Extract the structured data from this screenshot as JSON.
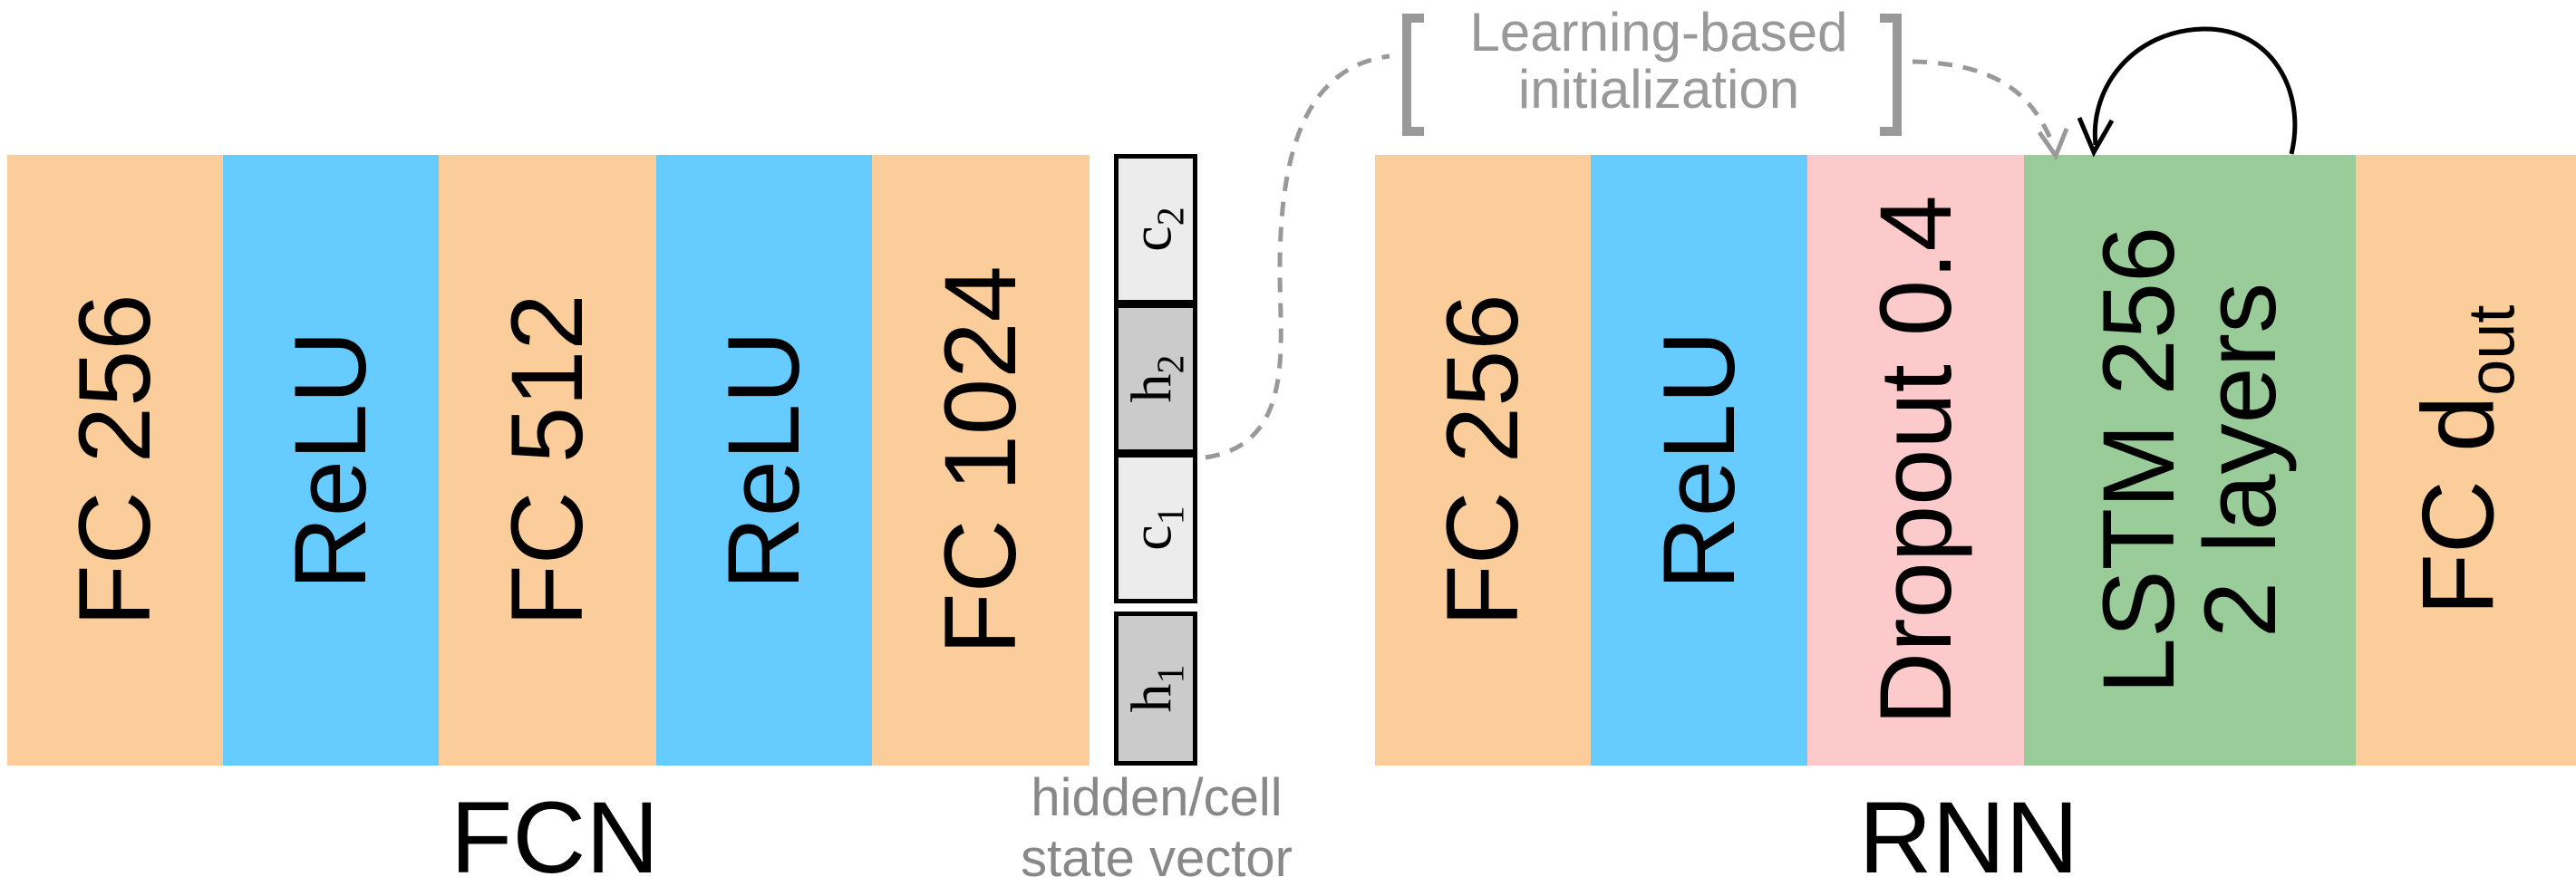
{
  "fcn": {
    "layers": [
      "FC  256",
      "ReLU",
      "FC  512",
      "ReLU",
      "FC  1024"
    ],
    "label": "FCN"
  },
  "state_vector": {
    "cells": [
      "c",
      "h",
      "c",
      "h"
    ],
    "subscripts": [
      "2",
      "2",
      "1",
      "1"
    ],
    "caption_line1": "hidden/cell",
    "caption_line2": "state vector"
  },
  "init_note": {
    "line1": "Learning-based",
    "line2": "initialization"
  },
  "rnn": {
    "fc1": "FC  256",
    "relu": "ReLU",
    "dropout": "Dropout  0.4",
    "lstm_line1": "LSTM  256",
    "lstm_line2": "2 layers",
    "fc_out": "FC  d",
    "fc_out_sub": "out",
    "label": "RNN"
  },
  "colors": {
    "fc": "#fbcd9b",
    "relu": "#66ccff",
    "dropout": "#fccacb",
    "lstm": "#99cc99",
    "cell_light": "#ececec",
    "cell_dark": "#cbcbcb",
    "annotation": "#999999"
  }
}
